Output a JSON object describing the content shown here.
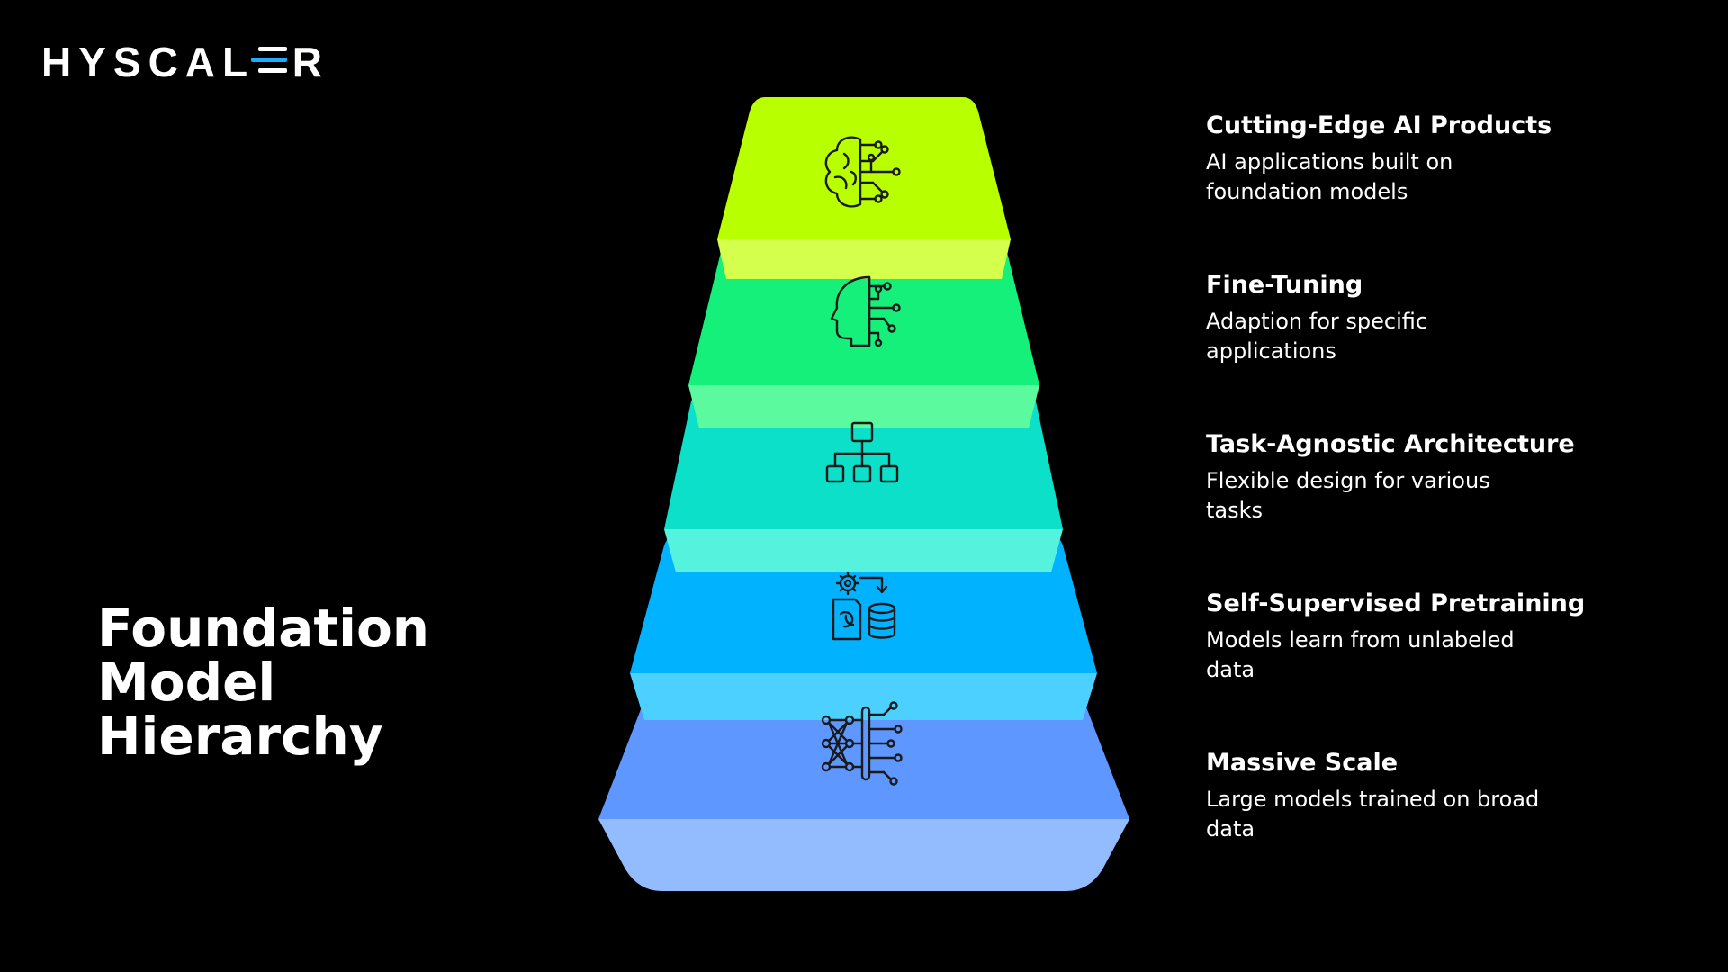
{
  "brand": {
    "logo_text_left": "HYSCAL",
    "logo_text_right": "R",
    "accent_colors": [
      "#ffffff",
      "#1fa9ff",
      "#ffffff"
    ]
  },
  "title": {
    "line1": "Foundation",
    "line2": "Model",
    "line3": "Hierarchy"
  },
  "layers": [
    {
      "title": "Cutting-Edge AI Products",
      "description": "AI applications built on foundation models",
      "icon": "brain-circuit-icon",
      "color_top": "#b8ff00",
      "color_side": "#d4ff4d"
    },
    {
      "title": "Fine-Tuning",
      "description": "Adaption for specific applications",
      "icon": "ai-head-icon",
      "color_top": "#14f07a",
      "color_side": "#5cfa9e"
    },
    {
      "title": "Task-Agnostic Architecture",
      "description": "Flexible design for various tasks",
      "icon": "hierarchy-icon",
      "color_top": "#0de0c8",
      "color_side": "#55f2de"
    },
    {
      "title": "Self-Supervised Pretraining",
      "description": "Models learn from unlabeled data",
      "icon": "data-process-icon",
      "color_top": "#00b2ff",
      "color_side": "#4cd0ff"
    },
    {
      "title": "Massive Scale",
      "description": "Large models trained on broad data",
      "icon": "neural-network-icon",
      "color_top": "#5e97ff",
      "color_side": "#93bcff"
    }
  ]
}
